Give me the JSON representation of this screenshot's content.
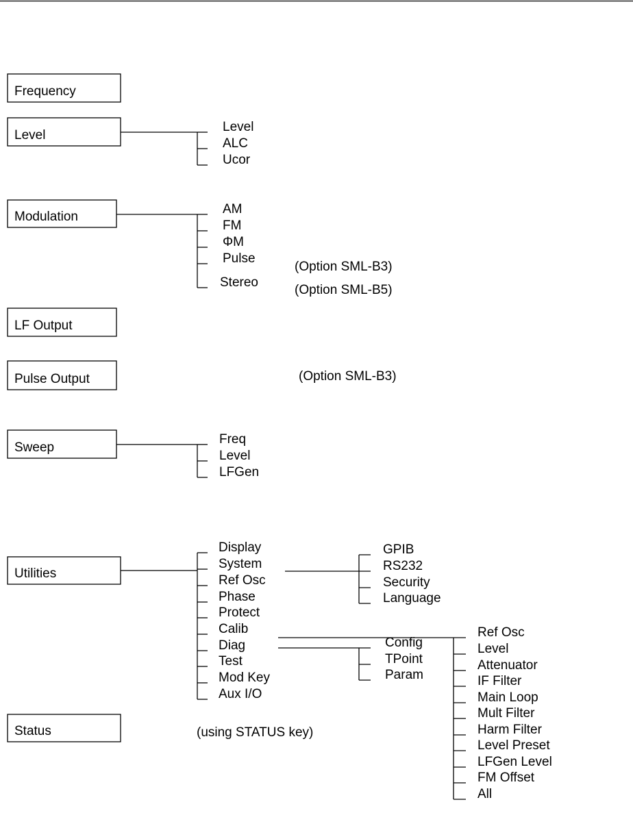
{
  "menu": [
    {
      "label": "Frequency"
    },
    {
      "label": "Level",
      "items": [
        "Level",
        "ALC",
        "Ucor"
      ]
    },
    {
      "label": "Modulation",
      "items": [
        "AM",
        "FM",
        "ΦM",
        "Pulse",
        "Stereo"
      ],
      "notes": [
        "(Option SML-B3)",
        "(Option SML-B5)"
      ]
    },
    {
      "label": "LF Output"
    },
    {
      "label": "Pulse Output",
      "note": "(Option SML-B3)"
    },
    {
      "label": "Sweep",
      "items": [
        "Freq",
        "Level",
        "LFGen"
      ]
    },
    {
      "label": "Utilities",
      "items": [
        "Display",
        "System",
        "Ref Osc",
        "Phase",
        "Protect",
        "Calib",
        "Diag",
        "Test",
        "Mod Key",
        "Aux I/O"
      ],
      "system_items": [
        "GPIB",
        "RS232",
        "Security",
        "Language"
      ],
      "calib_items": [
        "Ref Osc",
        "Level",
        "Attenuator",
        "IF Filter",
        "Main Loop",
        "Mult Filter",
        "Harm Filter",
        "Level Preset",
        "LFGen Level",
        "FM Offset",
        "All"
      ],
      "diag_items": [
        "Config",
        "TPoint",
        "Param"
      ]
    },
    {
      "label": "Status",
      "note": "(using STATUS key)"
    }
  ]
}
